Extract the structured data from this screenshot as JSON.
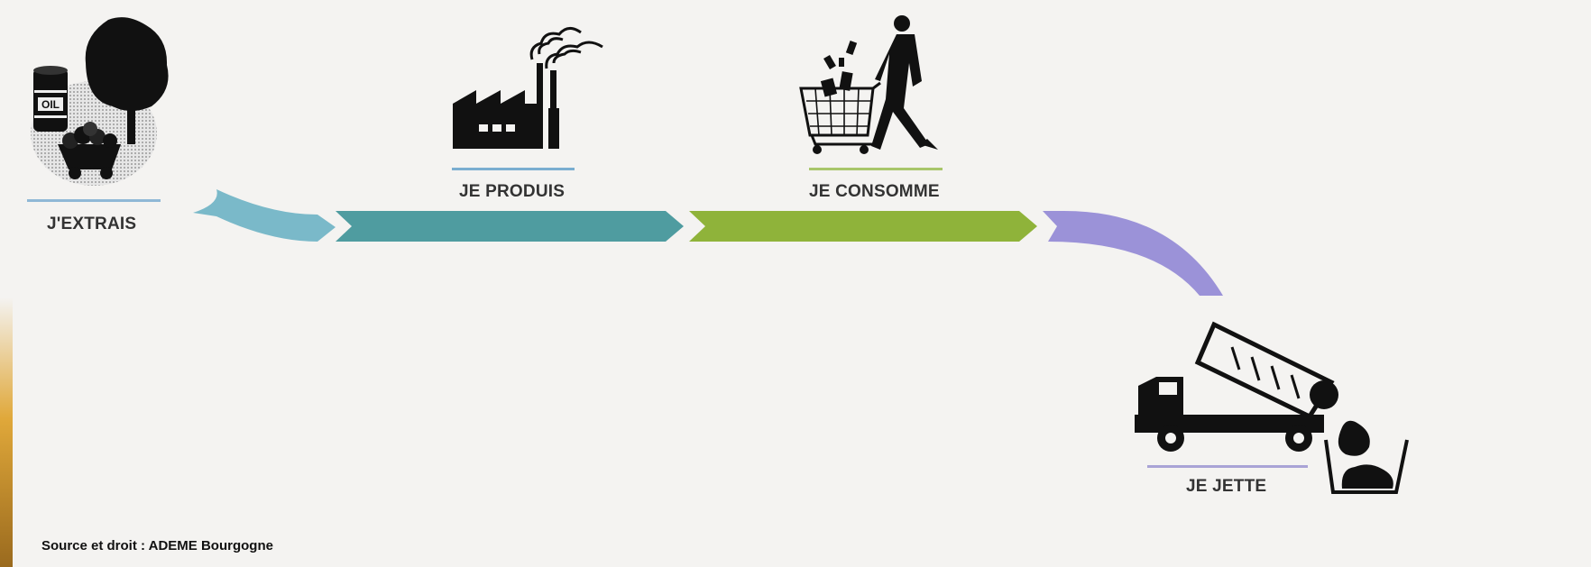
{
  "steps": [
    {
      "label": "J'EXTRAIS",
      "icon": "oil-barrel-tree-coal-cart-icon",
      "color": "#7ab9c9"
    },
    {
      "label": "JE PRODUIS",
      "icon": "factory-icon",
      "color": "#4f9ca0"
    },
    {
      "label": "JE CONSOMME",
      "icon": "shopping-cart-man-icon",
      "color": "#8fb33a"
    },
    {
      "label": "JE JETTE",
      "icon": "dump-truck-trash-bags-icon",
      "color": "#9b92d8"
    }
  ],
  "barrel_text": "OIL",
  "source": "Source et droit : ADEME Bourgogne"
}
